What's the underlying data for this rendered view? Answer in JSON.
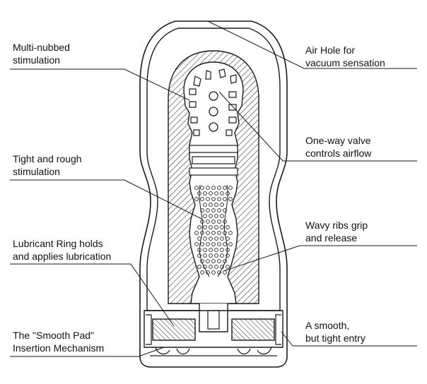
{
  "labels": {
    "multi_nubbed": [
      "Multi-nubbed",
      "stimulation"
    ],
    "tight_rough": [
      "Tight and rough",
      "stimulation"
    ],
    "lubricant_ring": [
      "Lubricant Ring holds",
      "and applies lubrication"
    ],
    "smooth_pad": [
      "The \"Smooth Pad\"",
      "Insertion Mechanism"
    ],
    "air_hole": [
      "Air Hole for",
      "vacuum sensation"
    ],
    "one_way_valve": [
      "One-way valve",
      "controls airflow"
    ],
    "wavy_ribs": [
      "Wavy ribs grip",
      "and release"
    ],
    "smooth_entry": [
      "A smooth,",
      "but tight entry"
    ]
  },
  "colors": {
    "line": "#1a1a1a",
    "hatch": "#2a2a2a",
    "background": "#ffffff"
  }
}
